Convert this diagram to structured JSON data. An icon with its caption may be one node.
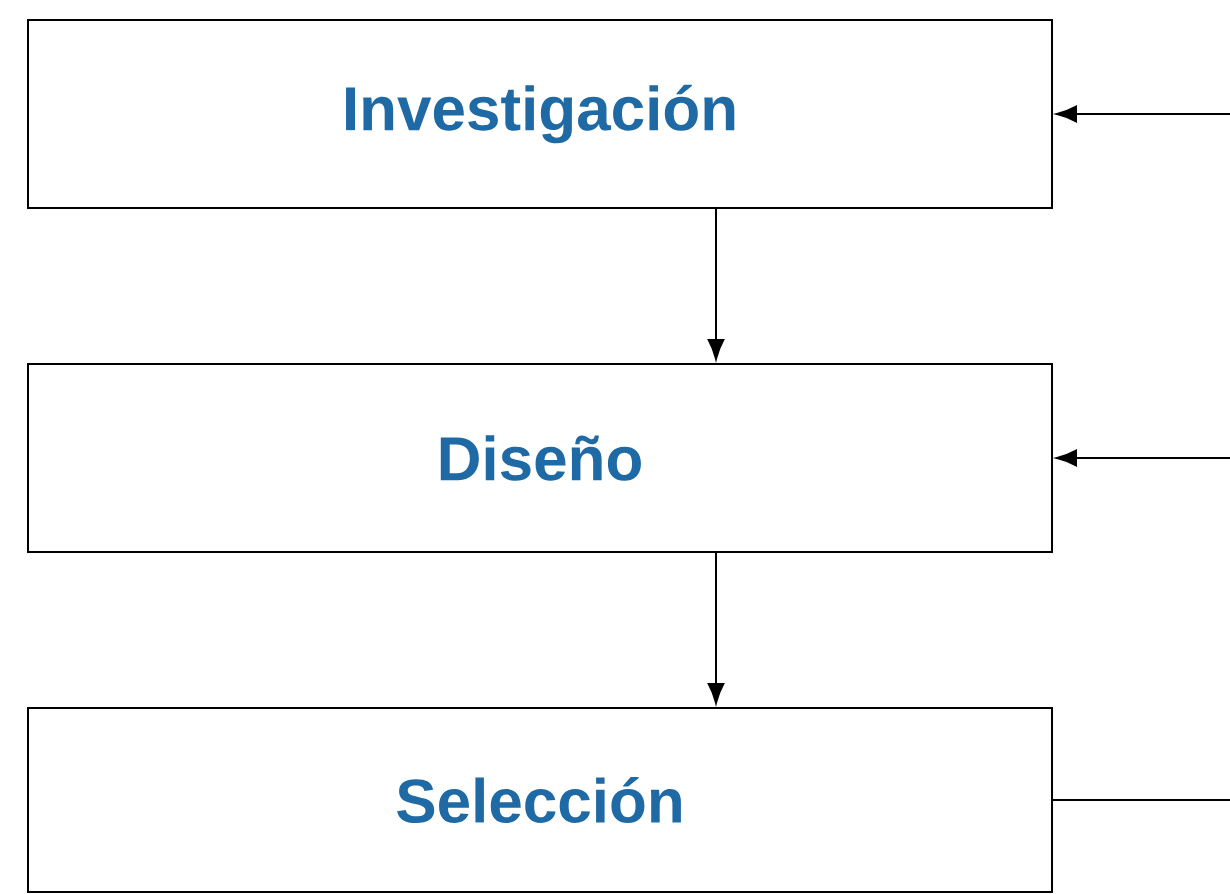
{
  "diagram": {
    "nodes": [
      {
        "text": [
          "Investigación"
        ]
      },
      {
        "text": [
          "Diseño"
        ]
      },
      {
        "text": [
          "Selección"
        ]
      }
    ],
    "edges": [
      {
        "from": 0,
        "to": 1,
        "arrow": "to"
      },
      {
        "from": 1,
        "to": 2,
        "arrow": "to"
      },
      {
        "from": null,
        "to": 0,
        "arrow": "to"
      },
      {
        "from": null,
        "to": 1,
        "arrow": "to"
      },
      {
        "from": 2,
        "to": null,
        "arrow": "none"
      }
    ]
  }
}
